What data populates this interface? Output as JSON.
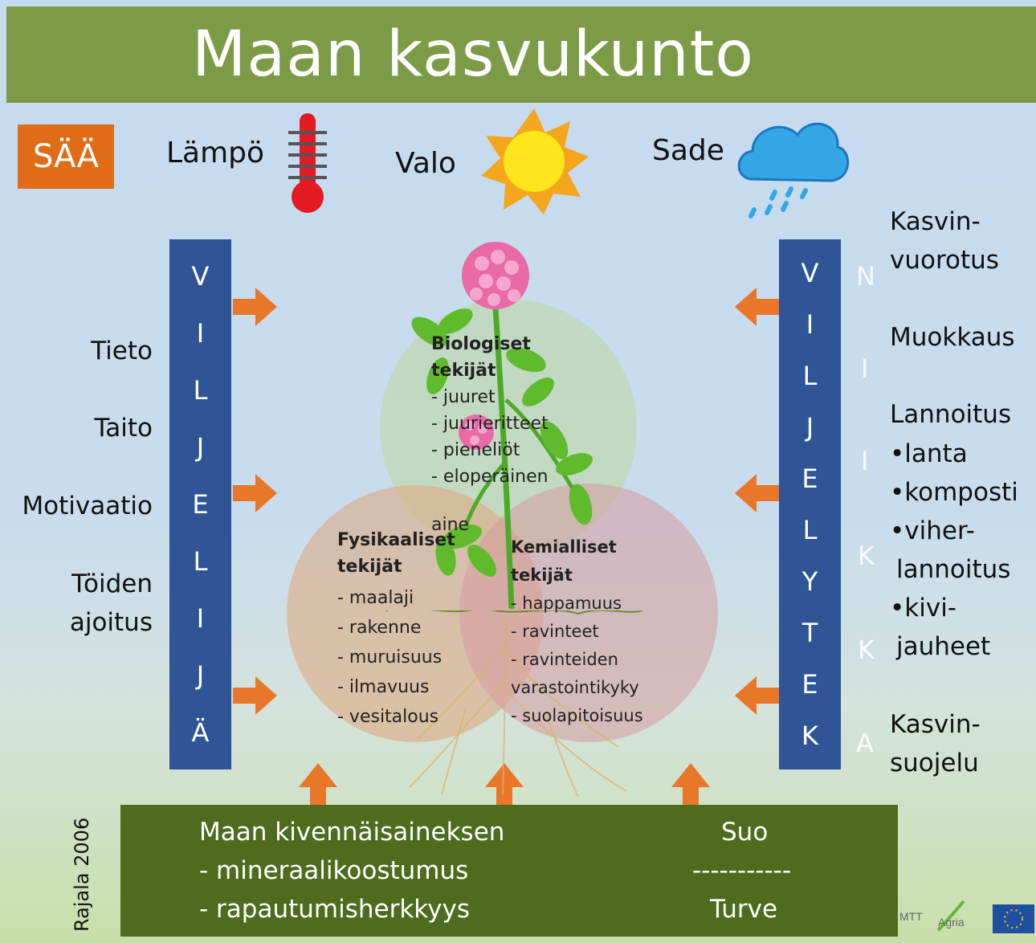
{
  "title": "Maan kasvukunto",
  "weather": {
    "badge": "SÄÄ",
    "heat": "Lämpö",
    "light": "Valo",
    "rain": "Sade"
  },
  "left_factors": [
    "Tieto",
    "Taito",
    "Motivaatio",
    "Töiden",
    "ajoitus"
  ],
  "left_bar_letters": [
    "V",
    "I",
    "L",
    "J",
    "E",
    "L",
    "I",
    "J",
    "Ä"
  ],
  "right_bar_letters": [
    "V",
    "I",
    "L",
    "J",
    "E",
    "L",
    "Y",
    "T",
    "E",
    "K"
  ],
  "right_ghost_letters": [
    "N",
    "I",
    "I",
    "K",
    "K",
    "A"
  ],
  "right_practices": [
    "Kasvin-",
    "vuorotus",
    "Muokkaus",
    "Lannoitus",
    "•lanta",
    "•komposti",
    "•viher-",
    "lannoitus",
    "•kivi-",
    "jauheet",
    "Kasvin-",
    "suojelu"
  ],
  "biological": {
    "heading1": "Biologiset",
    "heading2": "tekijät",
    "items": [
      "- juuret",
      "- juurieritteet",
      "- pieneliöt",
      "- eloperäinen",
      "aine"
    ]
  },
  "physical": {
    "heading1": "Fysikaaliset",
    "heading2": "tekijät",
    "items": [
      "- maalaji",
      "- rakenne",
      "- muruisuus",
      "- ilmavuus",
      "- vesitalous"
    ]
  },
  "chemical": {
    "heading1": "Kemialliset",
    "heading2": "tekijät",
    "items": [
      "- happamuus",
      "- ravinteet",
      "- ravinteiden",
      "varastointikyky",
      "- suolapitoisuus"
    ]
  },
  "bottom": {
    "line1": "Maan kivennäisaineksen",
    "line2": "- mineraalikoostumus",
    "line3": "- rapautumisherkkyys",
    "suo": "Suo",
    "dashes": "-----------",
    "turve": "Turve"
  },
  "credit": "Rajala 2006",
  "logos": {
    "mtt": "MTT",
    "agria": "Agria"
  },
  "colors": {
    "title_bar": "#7d9b47",
    "saa_badge": "#e06c18",
    "bars": "#2f5597",
    "arrows": "#e8772a",
    "bottom_bar": "#4e6b1e"
  }
}
